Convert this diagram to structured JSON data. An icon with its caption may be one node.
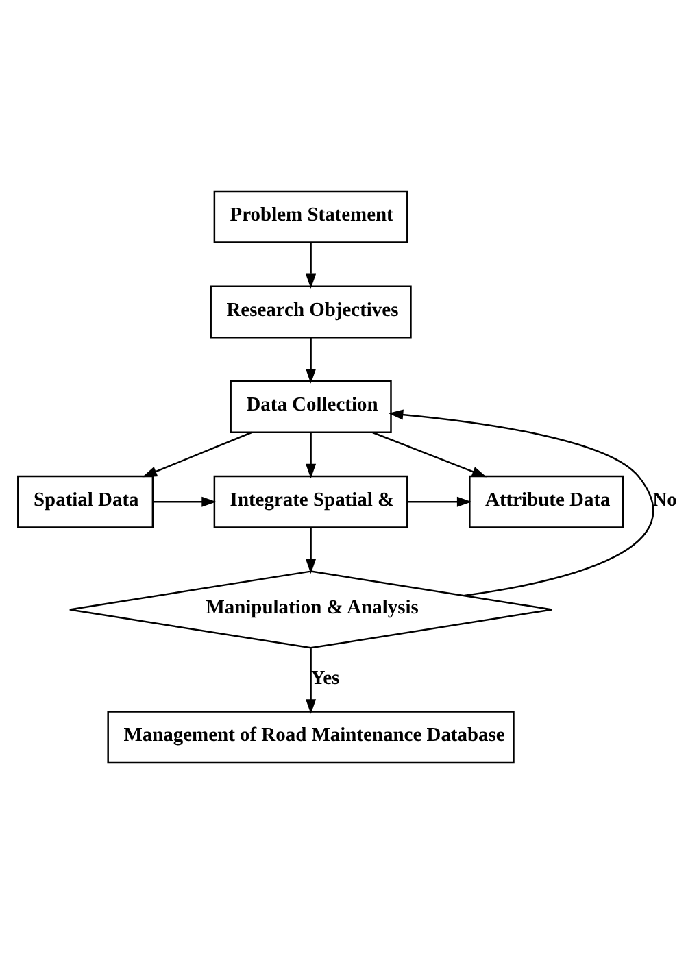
{
  "diagram": {
    "nodes": [
      {
        "text": [
          "Problem Statement"
        ]
      },
      {
        "text": [
          "Research Objectives"
        ]
      },
      {
        "text": [
          "Data Collection"
        ]
      },
      {
        "text": [
          "Spatial Data"
        ]
      },
      {
        "text": [
          "Integrate Spatial &"
        ]
      },
      {
        "text": [
          "Attribute Data"
        ]
      },
      {
        "text": [
          "Manipulation & Analysis"
        ]
      },
      {
        "text": [
          "Management of Road Maintenance Database"
        ]
      }
    ],
    "edges": [
      {
        "from": 0,
        "to": 1,
        "arrow": "to"
      },
      {
        "from": 1,
        "to": 2,
        "arrow": "to"
      },
      {
        "from": 2,
        "to": 3,
        "arrow": "to"
      },
      {
        "from": 2,
        "to": 4,
        "arrow": "to"
      },
      {
        "from": 2,
        "to": 5,
        "arrow": "to"
      },
      {
        "from": 3,
        "to": 4,
        "arrow": "to"
      },
      {
        "from": 4,
        "to": 5,
        "arrow": "to"
      },
      {
        "from": 4,
        "to": 6,
        "arrow": "to"
      },
      {
        "from": 6,
        "to": 7,
        "label": "Yes",
        "arrow": "to"
      },
      {
        "from": 6,
        "to": 2,
        "label": "No",
        "arrow": "to"
      }
    ]
  }
}
